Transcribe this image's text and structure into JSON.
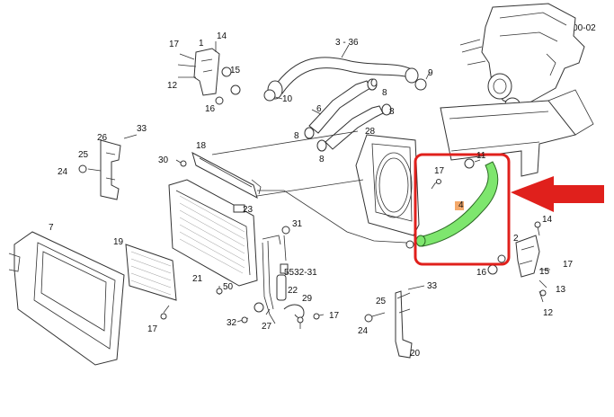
{
  "diagram": {
    "code": "5400-02",
    "labels": [
      "17",
      "1",
      "14",
      "15",
      "16",
      "12",
      "3 - 36",
      "9",
      "8",
      "10",
      "6",
      "8",
      "8",
      "8",
      "11",
      "26",
      "33",
      "25",
      "24",
      "30",
      "18",
      "28",
      "17",
      "4",
      "23",
      "31",
      "5532-31",
      "22",
      "21",
      "50",
      "29",
      "32",
      "27",
      "17",
      "19",
      "7",
      "14",
      "2",
      "16",
      "17",
      "15",
      "13",
      "12",
      "25",
      "33",
      "24",
      "20",
      "17"
    ],
    "highlight": {
      "part_color": "#7ee66e",
      "box_color": "#e0201c",
      "arrow_color": "#e0201c",
      "tag_color": "#f3a86a"
    }
  }
}
